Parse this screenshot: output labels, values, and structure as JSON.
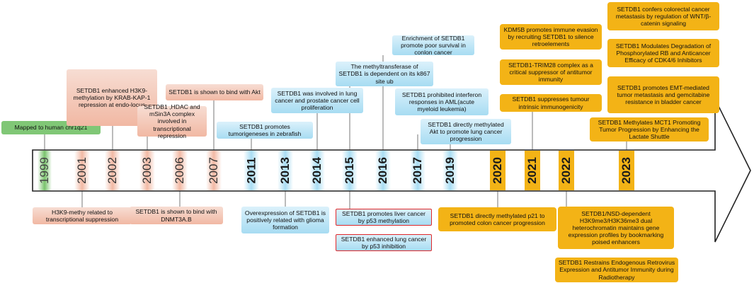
{
  "years": [
    {
      "id": "y1999",
      "label": "1999",
      "color": "green"
    },
    {
      "id": "y2001",
      "label": "2001",
      "color": "pink"
    },
    {
      "id": "y2002",
      "label": "2002",
      "color": "pink"
    },
    {
      "id": "y2003",
      "label": "2003",
      "color": "pink"
    },
    {
      "id": "y2006",
      "label": "2006",
      "color": "pink"
    },
    {
      "id": "y2007",
      "label": "2007",
      "color": "pink"
    },
    {
      "id": "y2011",
      "label": "2011",
      "color": "blue"
    },
    {
      "id": "y2013",
      "label": "2013",
      "color": "blue"
    },
    {
      "id": "y2014",
      "label": "2014",
      "color": "blue"
    },
    {
      "id": "y2015",
      "label": "2015",
      "color": "blue"
    },
    {
      "id": "y2016",
      "label": "2016",
      "color": "blue"
    },
    {
      "id": "y2017",
      "label": "2017",
      "color": "blue"
    },
    {
      "id": "y2019",
      "label": "2019",
      "color": "blue"
    },
    {
      "id": "y2020",
      "label": "2020",
      "color": "gold"
    },
    {
      "id": "y2021",
      "label": "2021",
      "color": "gold"
    },
    {
      "id": "y2022",
      "label": "2022",
      "color": "gold"
    },
    {
      "id": "y2023",
      "label": "2023",
      "color": "gold"
    }
  ],
  "events": {
    "e1999_mapped": "Mapped to human chr1q21",
    "e2001_h3k9": "H3K9-methy related to transcriptional suppression",
    "e2002_krab": "SETDB1 enhanced H3K9-methylation  by KRAB-KAP-1 repression at endo-locus",
    "e2003_hdac": "SETDB1 ,HDAC and mSin3A complex involved in transcriptional repression",
    "e2006_dnmt": "SETDB1 is shown to bind with DNMT3A.B",
    "e2007_akt": "SETDB1 is shown to bind with Akt",
    "e2011_zebrafish": "SETDB1 promotes tumorigeneses in zebrafish",
    "e2013_glioma": "Overexpression of SETDB1 is positively related with glioma formation",
    "e2014_lung_prostate": "SETDB1 was involved in lung cancer and prostate cancer cell proliferation",
    "e2015_k867": "The methyltransferase of SETDB1 is dependent on its k867 site ub",
    "e2015_liver": "SETDB1 promotes liver cancer by p53 methylation",
    "e2015_lung_p53": "SETDB1 enhanced lung cancer by p53 inhibition",
    "e2016_colon": "Enrichment of SETDB1 promote poor survival in conlon cancer",
    "e2017_aml": "SETDB1 prohibited interferon responses in AML(acute myeloid leukemia)",
    "e2019_akt_lung": "SETDB1 directly methylated Akt to promote lung cancer progression",
    "e2020_p21": "SETDB1 directly methylated p21 to promoted colon cancer progression",
    "e2021_kdm5b": "KDM5B promotes immune evasion by recruiting SETDB1 to silence retroelements",
    "e2021_trim28": "SETDB1-TRIM28 complex as a critical suppressor of antitumor immunity",
    "e2021_immunogenicity": "SETDB1 suppresses tumour intrinsic immunogenicity",
    "e2022_nsd": "SETDB1/NSD-dependent H3K9me3/H3K36me3 dual heterochromatin maintains gene expression profiles by bookmarking poised enhancers",
    "e2022_retrovirus": "SETDB1 Restrains Endogenous Retrovirus Expression and Antitumor Immunity during Radiotherapy",
    "e2023_wnt": "SETDB1 confers colorectal cancer metastasis by regulation of WNT/β-catenin signaling",
    "e2023_rb": "SETDB1 Modulates Degradation of Phosphorylated RB and Anticancer Efficacy of CDK4/6 Inhibitors",
    "e2023_emt": "SETDB1 promotes EMT-mediated tumor metastasis and gemcitabine resistance in bladder cancer",
    "e2023_mct1": "SETDB1 Methylates MCT1 Promoting Tumor Progression by Enhancing the Lactate Shuttle"
  },
  "colors": {
    "pink": "#f2b9a4",
    "blue": "#a9ddf3",
    "gold": "#f3b316",
    "green": "#80c776",
    "outline": "#e0282b",
    "arrow": "#222222"
  }
}
